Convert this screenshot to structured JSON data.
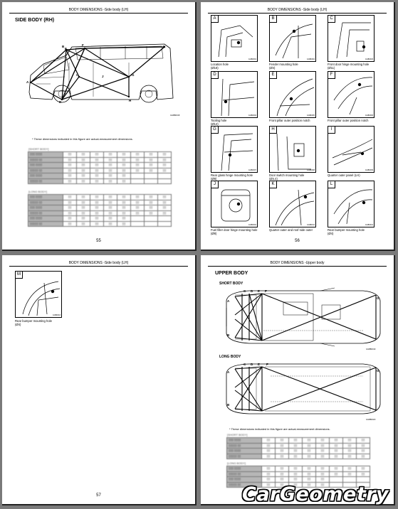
{
  "page1": {
    "header": "BODY DIMENSIONS -Side body (LH)",
    "section_title": "SIDE BODY (RH)",
    "point_labels": [
      "A",
      "B",
      "C",
      "D",
      "E",
      "F",
      "G",
      "H",
      "J",
      "K"
    ],
    "fig_ref": "GGBB0018",
    "note": "* These dimensions indicated in this figure are actual-measurement dimensions.",
    "table_short_title": "[SHORT BODY]",
    "table_long_title": "[LONG BODY]",
    "page_number": "55"
  },
  "page2": {
    "header": "BODY DIMENSIONS -Side body (LH)",
    "page_number": "56",
    "cells": [
      {
        "letter": "A",
        "caption": "Location hole",
        "ref": "(Ø18)",
        "fig": "GGB0001"
      },
      {
        "letter": "B",
        "caption": "Fender mounting hole",
        "ref": "(Ø4)",
        "fig": "GGB0002"
      },
      {
        "letter": "C",
        "caption": "Front door hinge mounting hole",
        "ref": "(Ø11)",
        "fig": "GGB0003"
      },
      {
        "letter": "D",
        "caption": "Tooling hole",
        "ref": "(Ø12)",
        "fig": "GGB0004"
      },
      {
        "letter": "E",
        "caption": "Front pillar outer position notch",
        "ref": "",
        "fig": "GGB0005"
      },
      {
        "letter": "F",
        "caption": "Front pillar outer position notch",
        "ref": "",
        "fig": "GGB0006"
      },
      {
        "letter": "G",
        "caption": "Rear glass hinge mounting hole",
        "ref": "(Ø8)",
        "fig": "GGB0007"
      },
      {
        "letter": "H",
        "caption": "Door switch mounting hole",
        "ref": "(Ø4.4)",
        "fig": "GGB0008"
      },
      {
        "letter": "I",
        "caption": "Quarter outer panel (LH)",
        "ref": "",
        "fig": "GGB0009"
      },
      {
        "letter": "J",
        "caption": "Fuel filler door hinge mounting hole",
        "ref": "(Ø8)",
        "fig": "GGB0010"
      },
      {
        "letter": "K",
        "caption": "Quarter outer and roof side outer",
        "ref": "",
        "fig": "GGB0011"
      },
      {
        "letter": "L",
        "caption": "Rear bumper mounting hole",
        "ref": "(Ø4)",
        "fig": "GGB0012"
      }
    ]
  },
  "page3": {
    "header": "BODY DIMENSIONS -Side body (LH)",
    "page_number": "57",
    "cell": {
      "letter": "M",
      "caption": "Rear bumper mounting hole",
      "ref": "(Ø4)",
      "fig": "GGB0013"
    }
  },
  "page4": {
    "header": "BODY DIMENSIONS -Upper body",
    "section_title": "UPPER BODY",
    "short_title": "SHORT BODY",
    "long_title": "LONG BODY",
    "short_labels": [
      "A",
      "B",
      "C",
      "D",
      "E",
      "F",
      "G"
    ],
    "long_labels": [
      "A",
      "B",
      "C",
      "D",
      "E",
      "F",
      "G"
    ],
    "fig_ref_short": "GGBB0019",
    "fig_ref_long": "GGBB0020",
    "note": "* These dimensions indicated in this figure are actual-measurement dimensions.",
    "table_short_title": "[SHORT BODY]",
    "table_long_title": "[LONG BODY]",
    "page_number": "58"
  },
  "watermark": "CarGeometry"
}
